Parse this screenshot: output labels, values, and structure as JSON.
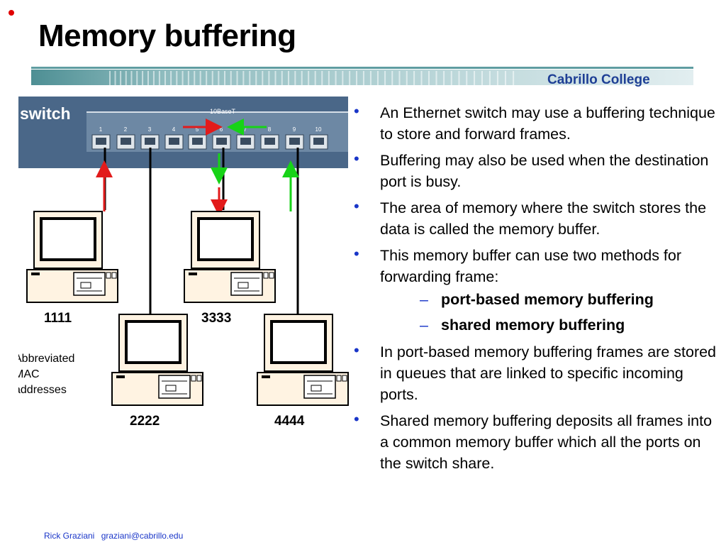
{
  "slide": {
    "title": "Memory buffering",
    "college": "Cabrillo College",
    "footer": {
      "author": "Rick Graziani",
      "email": "graziani@cabrillo.edu"
    }
  },
  "diagram": {
    "switch_label": "switch",
    "panel_label": "10BaseT",
    "port_numbers": [
      "1",
      "2",
      "3",
      "4",
      "5",
      "6",
      "7",
      "8",
      "9",
      "10"
    ],
    "hosts": [
      "1111",
      "3333",
      "2222",
      "4444"
    ],
    "caption": [
      "Abbreviated",
      "MAC",
      "addresses"
    ],
    "colors": {
      "panel": "#4a6788",
      "red_arrow": "#e21b1b",
      "green_arrow": "#17d317",
      "bullet": "#1a36c8",
      "college": "#1e3f95"
    }
  },
  "bullets": [
    "An Ethernet switch may use a buffering technique to store and forward frames.",
    "Buffering may also be used when the destination port is busy.",
    "The area of memory where the switch stores the data is called the memory buffer.",
    "This memory buffer can use two methods for forwarding frame:",
    "In port-based memory buffering frames are stored in queues that are linked to specific incoming ports.",
    "Shared memory buffering deposits all frames into a common memory buffer which all the ports on the switch share."
  ],
  "sub_bullets": [
    "port-based memory buffering",
    "shared memory buffering"
  ]
}
